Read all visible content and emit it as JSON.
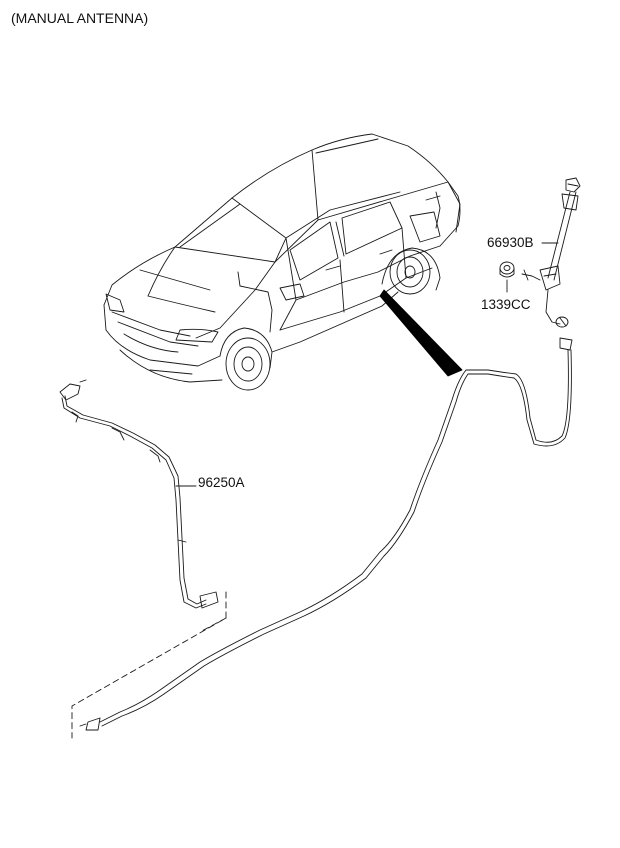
{
  "title": "(MANUAL ANTENNA)",
  "parts": [
    {
      "number": "66930B",
      "icon": "antenna-mast-icon"
    },
    {
      "number": "1339CC",
      "icon": "nut-icon"
    },
    {
      "number": "96250A",
      "icon": "feeder-cable-icon"
    }
  ],
  "colors": {
    "line": "#1a1a1a",
    "background": "#ffffff"
  }
}
